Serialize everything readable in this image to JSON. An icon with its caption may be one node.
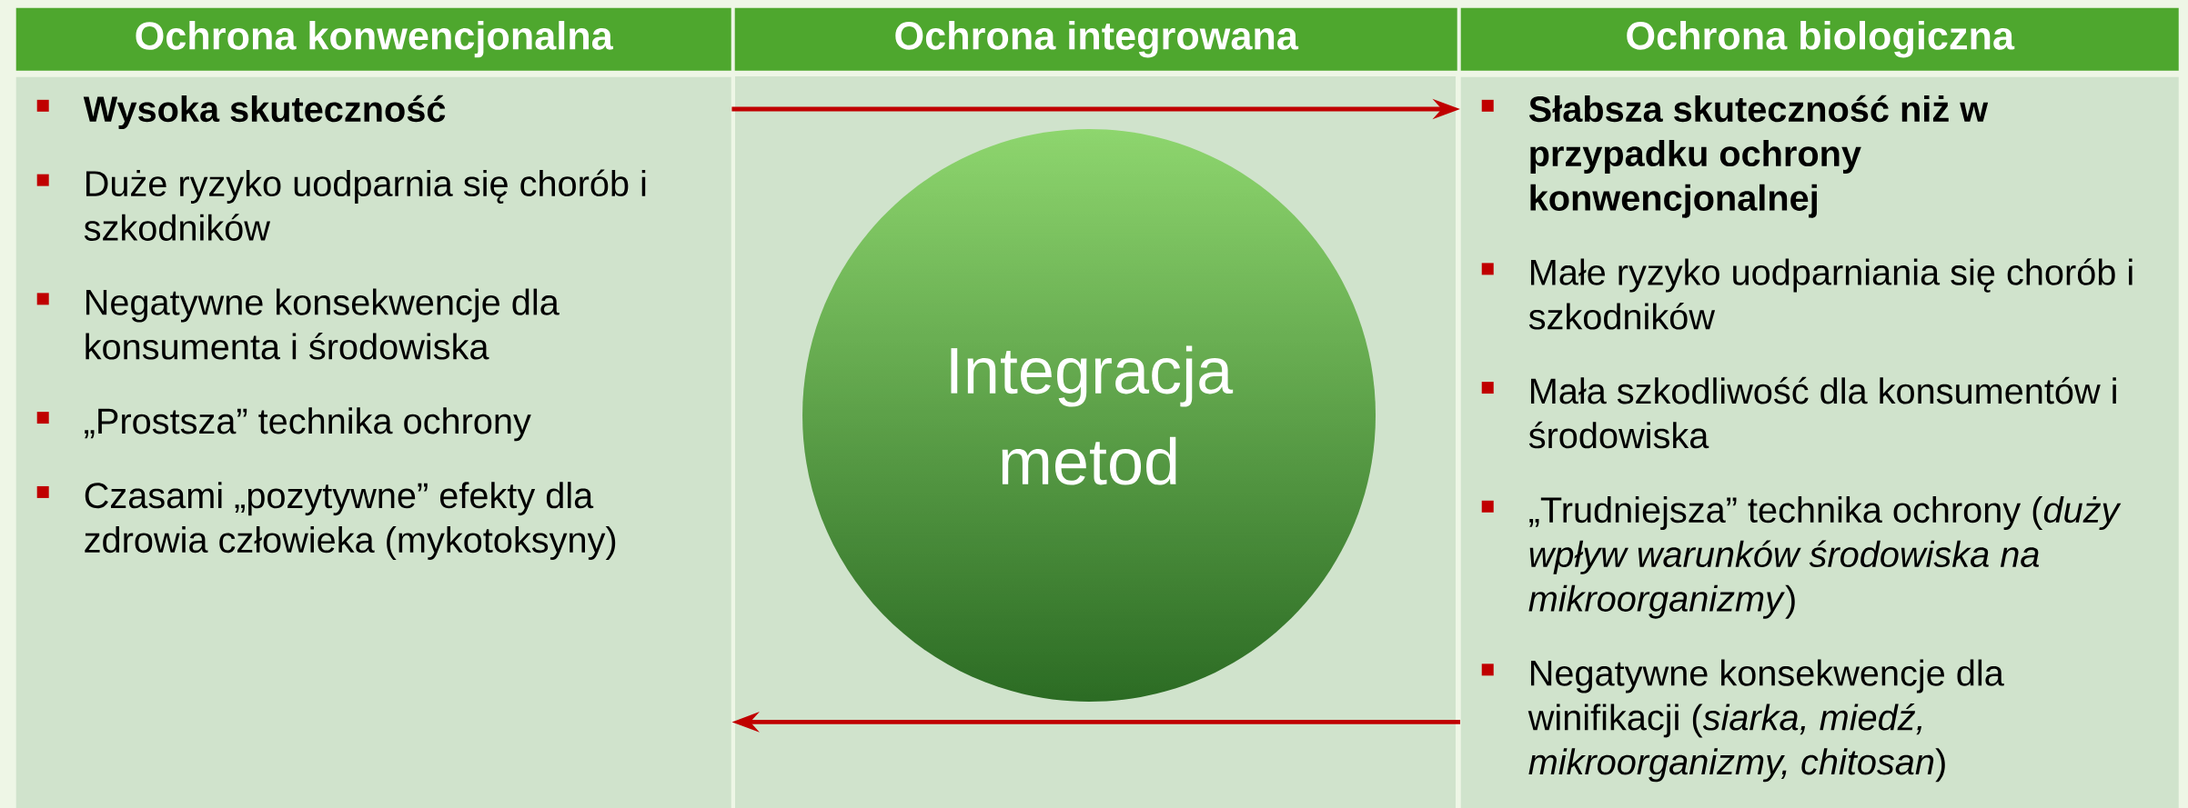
{
  "diagram": {
    "nodes": [
      {
        "text": [
          "Ochrona konwencjonalna"
        ]
      },
      {
        "text": [
          "Ochrona integrowana"
        ]
      },
      {
        "text": [
          "Ochrona biologiczna"
        ]
      },
      {
        "text": [
          "Wysoka skuteczność",
          "Duże ryzyko uodparnia się chorób i szkodników",
          "Negatywne konsekwencje dla konsumenta i środowiska",
          "„Prostsza” technika ochrony",
          "Czasami „pozytywne” efekty dla zdrowia człowieka (mykotoksyny)"
        ]
      },
      {
        "text": [
          "Integracja metod"
        ]
      },
      {
        "text": [
          "Słabsza skuteczność niż w przypadku ochrony konwencjonalnej",
          "Małe ryzyko uodparniania się chorób i szkodników",
          "Mała szkodliwość dla konsumentów i środowiska",
          "„Trudniejsza” technika ochrony (*duży wpływ warunków środowiska na mikroorganizmy*)",
          "Negatywne konsekwencje dla winifikacji (*siarka, miedź, mikroorganizmy, chitosan*)"
        ]
      }
    ],
    "edges": [
      {
        "from": 3,
        "to": 5,
        "arrow": "to"
      },
      {
        "from": 5,
        "to": 3,
        "arrow": "to"
      }
    ]
  }
}
